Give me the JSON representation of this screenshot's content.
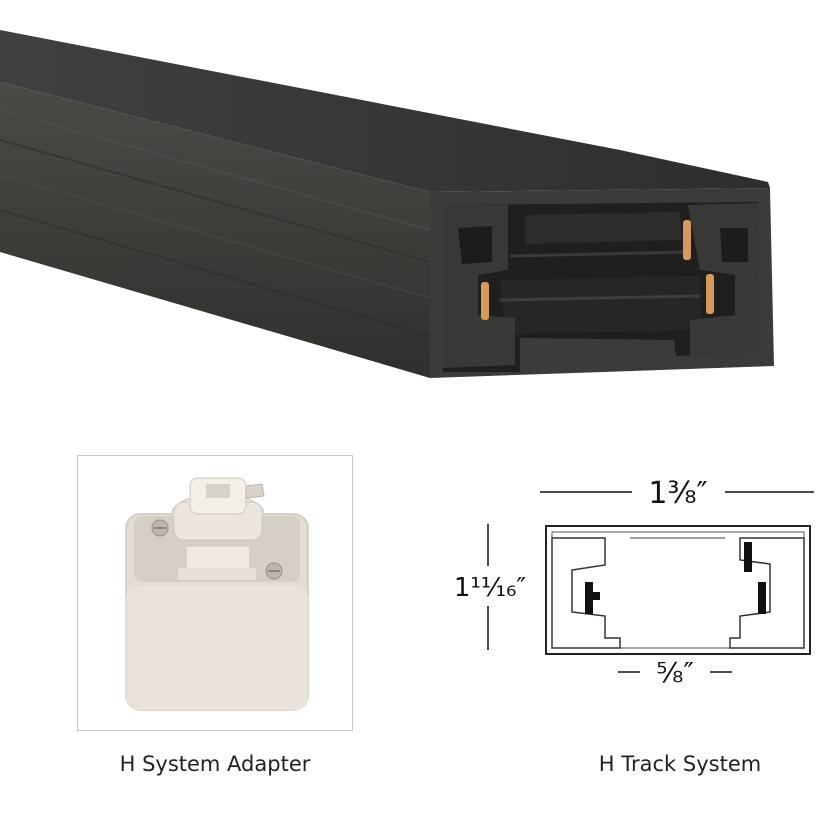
{
  "captions": {
    "adapter": "H System Adapter",
    "track": "H Track System"
  },
  "dimensions": {
    "width": "1⅜″",
    "height": "1¹¹⁄₁₆″",
    "opening": "⅝″"
  },
  "colors": {
    "track_body": "#3a3a38",
    "track_interior": "#2a2a28",
    "contact_copper": "#d39a5c",
    "adapter_body": "#e4ddd3"
  }
}
